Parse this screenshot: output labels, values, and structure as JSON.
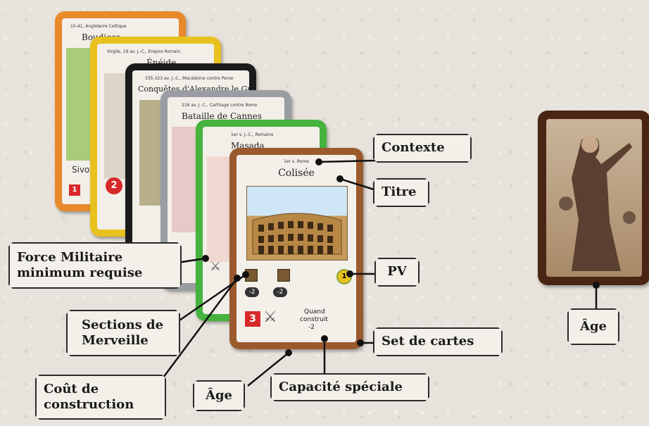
{
  "cards": {
    "orange": {
      "context": "10-41, Angleterre Celtique",
      "title": "Boudicca",
      "text": "Sivo",
      "age": "1"
    },
    "yellow": {
      "context": "Virgile, 19 av. J.-C., Empire Romain",
      "title": "Énéide",
      "age": "2"
    },
    "black": {
      "context": "335-323 av. J.-C., Macédoine contre Perse",
      "title": "Conquêtes d'Alexandre le Grand"
    },
    "silver": {
      "context": "216 av. J.-C., Carthage contre Rome",
      "title": "Bataille de Cannes"
    },
    "green": {
      "context": "1er s. J.-C., Romains",
      "title": "Masada"
    },
    "main": {
      "context": "1er s. Rome",
      "title": "Colisée",
      "age": "3",
      "special_line1": "Quand",
      "special_line2": "construit",
      "special_value": "-2",
      "cost1": "-2",
      "cost2": "-2",
      "vp": "1"
    }
  },
  "labels": {
    "contexte": "Contexte",
    "titre": "Titre",
    "pv": "PV",
    "set": "Set de cartes",
    "capacite": "Capacité spéciale",
    "age_bottom": "Âge",
    "cout": "Coût de construction",
    "sections": "Sections de Merveille",
    "force": "Force Militaire minimum requise",
    "age_right": "Âge"
  },
  "colors": {
    "orange": "#e8892a",
    "yellow": "#e8c11e",
    "black": "#1b1b1b",
    "silver": "#9a9ea3",
    "green": "#46b33e",
    "brown": "#9b5a2e",
    "dark_brown": "#4a2414",
    "red": "#d7282a"
  }
}
